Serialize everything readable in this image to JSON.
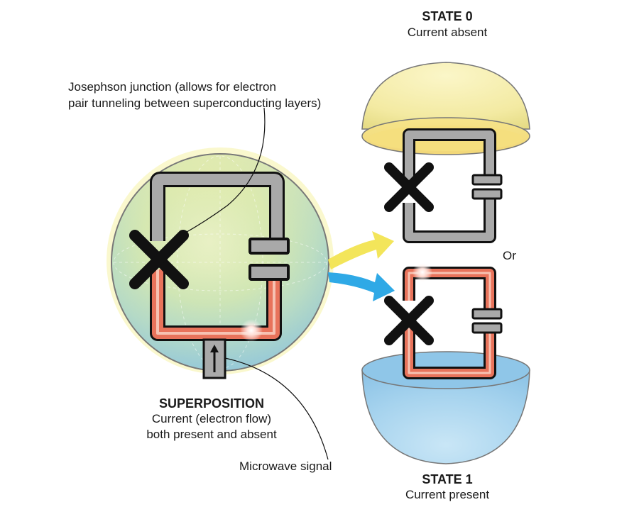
{
  "state0": {
    "title": "STATE 0",
    "subtitle": "Current absent"
  },
  "state1": {
    "title": "STATE 1",
    "subtitle": "Current present"
  },
  "or_label": "Or",
  "junction_label": {
    "line1": "Josephson junction (allows for electron",
    "line2": "pair tunneling between superconducting layers)"
  },
  "superposition": {
    "title": "SUPERPOSITION",
    "line1": "Current (electron flow)",
    "line2": "both present and absent"
  },
  "microwave_label": "Microwave signal",
  "colors": {
    "loop_gray": "#a9a9a9",
    "outline": "#111111",
    "current_red": "#e8735b",
    "current_glow": "#f6c2b2",
    "arrow_yellow": "#f3e55a",
    "arrow_blue": "#2fa9e6",
    "sphere_yellow": "#f7f0b0",
    "sphere_blue": "#a9d6ef"
  }
}
